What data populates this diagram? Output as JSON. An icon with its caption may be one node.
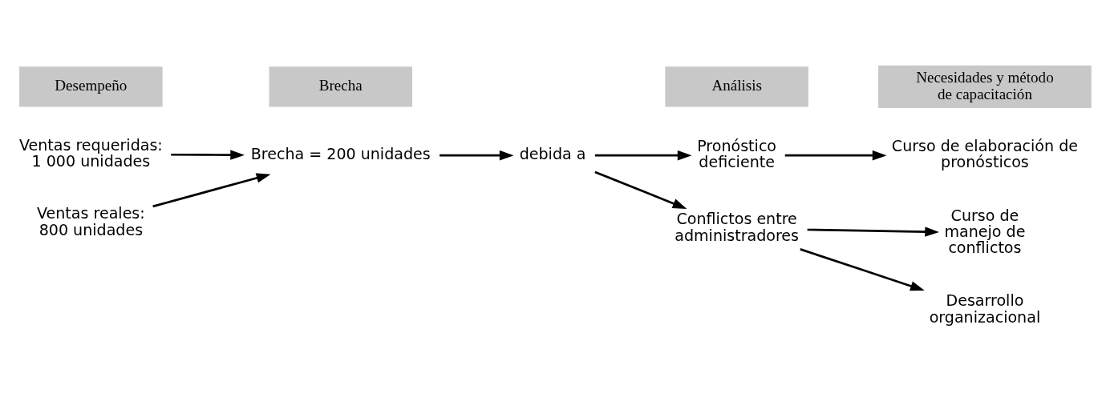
{
  "diagram": {
    "nodes": [
      {
        "text": [
          "Desempeño"
        ]
      },
      {
        "text": [
          "Brecha"
        ]
      },
      {
        "text": [
          "Análisis"
        ]
      },
      {
        "text": [
          "Necesidades y método de capacitación"
        ]
      },
      {
        "text": [
          "Ventas requeridas: 1 000 unidades"
        ]
      },
      {
        "text": [
          "Pronóstico deficiente"
        ]
      },
      {
        "text": [
          "Curso de elaboración de pronósticos"
        ]
      },
      {
        "text": [
          "Brecha = 200 unidades"
        ]
      },
      {
        "text": [
          "debida a"
        ]
      },
      {
        "text": [
          "Curso de manejo de conflictos"
        ]
      },
      {
        "text": [
          "Ventas reales: 800 unidades"
        ]
      },
      {
        "text": [
          "Conflictos entre administradores"
        ]
      },
      {
        "text": [
          "Desarrollo organizacional"
        ]
      }
    ],
    "edges": [
      {
        "from": 4,
        "to": 7,
        "arrow": "to"
      },
      {
        "from": 10,
        "to": 7,
        "arrow": "to"
      },
      {
        "from": 7,
        "to": 8,
        "arrow": "to"
      },
      {
        "from": 8,
        "to": 5,
        "arrow": "to"
      },
      {
        "from": 8,
        "to": 11,
        "arrow": "to"
      },
      {
        "from": 5,
        "to": 6,
        "arrow": "to"
      },
      {
        "from": 11,
        "to": 9,
        "arrow": "to"
      },
      {
        "from": 11,
        "to": 12,
        "arrow": "to"
      }
    ]
  }
}
